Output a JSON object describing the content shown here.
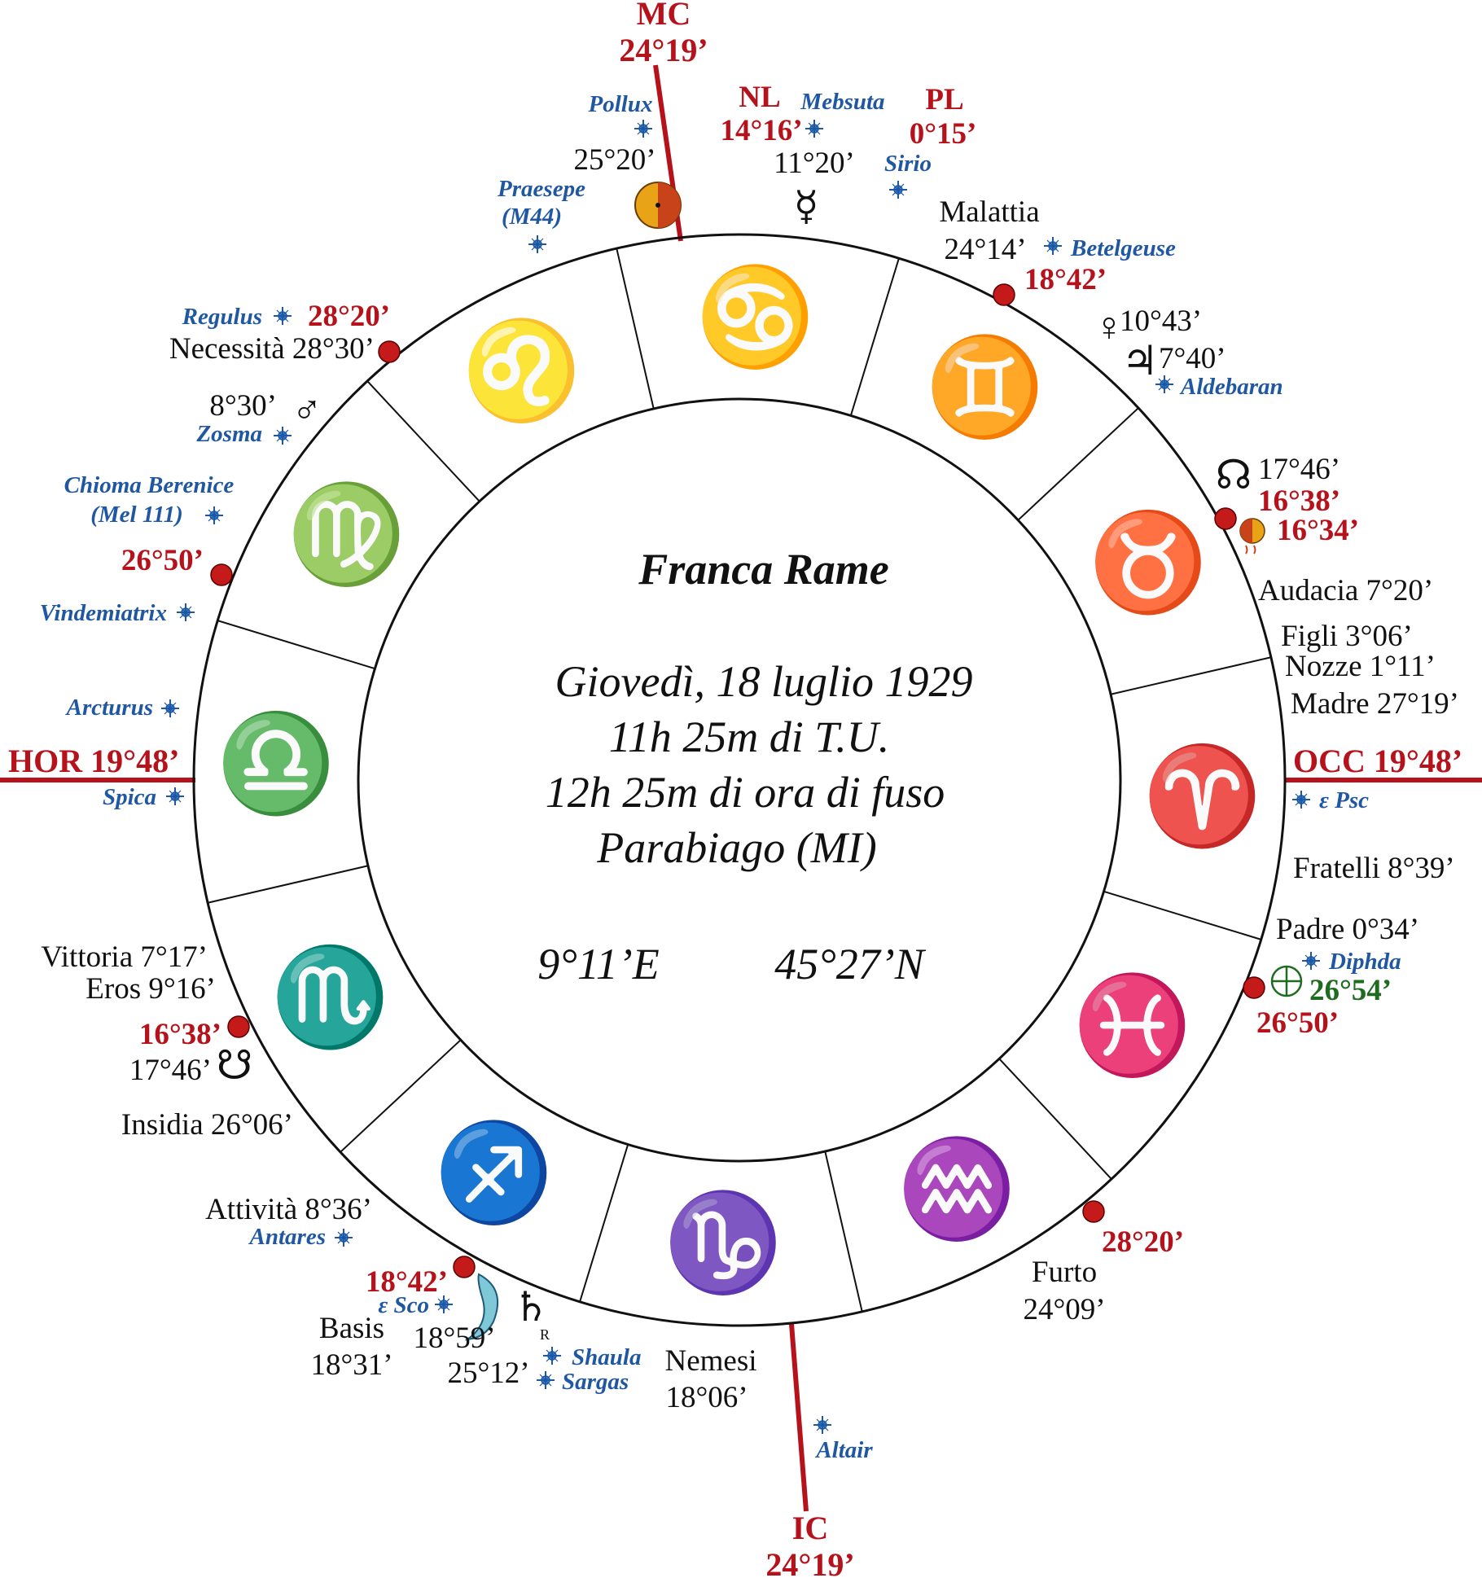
{
  "title": "Franca Rame",
  "birth": {
    "date": "Giovedì, 18 luglio 1929",
    "ut_time": "11h 25m di T.U.",
    "zone_time": "12h 25m di ora di fuso",
    "place": "Parabiago (MI)",
    "longitude": "9°11’E",
    "latitude": "45°27’N"
  },
  "angles": {
    "mc_label": "MC",
    "mc_degree": "24°19’",
    "ic_label": "IC",
    "ic_degree": "24°19’",
    "asc": "HOR 19°48’",
    "desc": "OCC 19°48’"
  },
  "signs": [
    {
      "name": "cancer",
      "glyph": "♋"
    },
    {
      "name": "gemini",
      "glyph": "♊"
    },
    {
      "name": "taurus",
      "glyph": "♉"
    },
    {
      "name": "aries",
      "glyph": "♈"
    },
    {
      "name": "pisces",
      "glyph": "♓"
    },
    {
      "name": "aquarius",
      "glyph": "♒"
    },
    {
      "name": "capricorn",
      "glyph": "♑"
    },
    {
      "name": "sagittarius",
      "glyph": "♐"
    },
    {
      "name": "scorpio",
      "glyph": "♏"
    },
    {
      "name": "libra",
      "glyph": "♎"
    },
    {
      "name": "virgo",
      "glyph": "♍"
    },
    {
      "name": "leo",
      "glyph": "♌"
    }
  ],
  "planets": {
    "sun": {
      "glyph": "☉",
      "degree": "25°20’"
    },
    "mercury": {
      "glyph": "☿",
      "degree": "11°20’"
    },
    "venus": {
      "glyph": "♀",
      "degree": "10°43’"
    },
    "jupiter": {
      "glyph": "♃",
      "degree": "7°40’"
    },
    "mars": {
      "glyph": "♂",
      "degree": "8°30’"
    },
    "moon": {
      "glyph": "☽",
      "degree": "18°59’"
    },
    "saturn": {
      "glyph": "♄",
      "retro": "R",
      "degree": "25°12’"
    },
    "north_node": {
      "glyph": "☊",
      "degree": "17°46’"
    },
    "south_node": {
      "glyph": "☋",
      "degree": "17°46’"
    },
    "fortune": {
      "glyph": "⊕",
      "degree": "26°54’"
    },
    "lilith": {
      "degree": "16°34’"
    }
  },
  "lunation": {
    "nl_label": "NL",
    "nl_degree": "14°16’",
    "pl_label": "PL",
    "pl_degree": "0°15’"
  },
  "lots": {
    "malattia": "Malattia",
    "malattia_deg": "24°14’",
    "necessita": "Necessità 28°30’",
    "audacia": "Audacia 7°20’",
    "figli": "Figli 3°06’",
    "nozze": "Nozze 1°11’",
    "madre": "Madre 27°19’",
    "fratelli": "Fratelli 8°39’",
    "padre": "Padre 0°34’",
    "furto": "Furto",
    "furto_deg": "24°09’",
    "nemesi": "Nemesi",
    "nemesi_deg": "18°06’",
    "basis": "Basis",
    "basis_deg": "18°31’",
    "attivita": "Attività 8°36’",
    "insidia": "Insidia 26°06’",
    "vittoria": "Vittoria 7°17’",
    "eros": "Eros 9°16’"
  },
  "cusps": {
    "c_18_42_top": "18°42’",
    "c_28_20_top": "28°20’",
    "c_26_50_left": "26°50’",
    "c_16_38_right": "16°38’",
    "c_16_38_left": "16°38’",
    "c_26_50_right": "26°50’",
    "c_28_20_bottom": "28°20’",
    "c_18_42_bottom": "18°42’"
  },
  "stars": {
    "pollux": "Pollux",
    "mebsuta": "Mebsuta",
    "sirio": "Sirio",
    "praesepe": "Praesepe",
    "praesepe2": "(M44)",
    "betelgeuse": "Betelgeuse",
    "regulus": "Regulus",
    "aldebaran": "Aldebaran",
    "zosma": "Zosma",
    "chioma": "Chioma Berenice",
    "chioma2": "(Mel 111)",
    "vindemiatrix": "Vindemiatrix",
    "arcturus": "Arcturus",
    "spica": "Spica",
    "eps_psc": "ε Psc",
    "diphda": "Diphda",
    "antares": "Antares",
    "eps_sco": "ε Sco",
    "shaula": "Shaula",
    "sargas": "Sargas",
    "altair": "Altair"
  },
  "colors": {
    "angle_red": "#b5121b",
    "star_blue": "#1f57a3",
    "fortune_green": "#1f6b1f",
    "sun_orange": "#e8a317"
  }
}
